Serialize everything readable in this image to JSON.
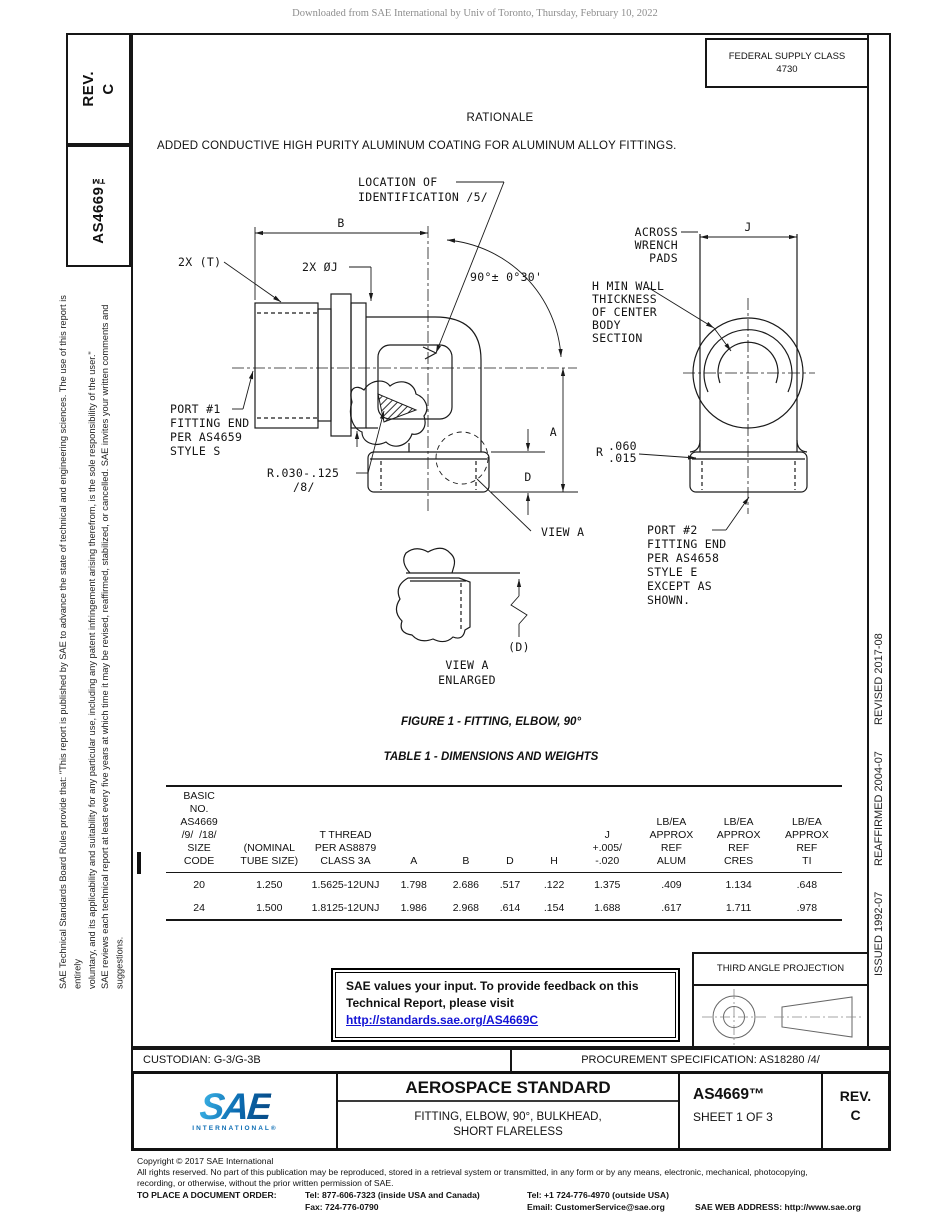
{
  "page": {
    "download_notice": "Downloaded from SAE International by Univ of Toronto, Thursday, February 10, 2022"
  },
  "sidebar_left": {
    "rev_label": "REV.\nC",
    "doc_number": "AS4669™",
    "legal_para1": "SAE Technical Standards Board Rules provide that: \"This report is published by SAE to advance the state of technical and engineering sciences. The use of this report is entirely\nvoluntary, and its applicability and suitability for any particular use, including any patent infringement arising therefrom, is the sole responsibility of the user.\"",
    "legal_para2": "SAE reviews each technical report at least every five years at which time it may be revised, reaffirmed, stabilized, or cancelled. SAE invites your written comments and suggestions."
  },
  "sidebar_right": {
    "issued": "ISSUED 1992-07",
    "reaffirmed": "REAFFIRMED 2004-07",
    "revised": "REVISED 2017-08"
  },
  "header": {
    "federal_supply_class_label": "FEDERAL SUPPLY CLASS",
    "federal_supply_class_value": "4730",
    "rationale_title": "RATIONALE",
    "rationale_text": "ADDED CONDUCTIVE HIGH PURITY ALUMINUM COATING FOR ALUMINUM ALLOY FITTINGS."
  },
  "figure": {
    "caption": "FIGURE 1 - FITTING, ELBOW, 90°",
    "labels": {
      "loc_id_1": "LOCATION OF",
      "loc_id_2": "IDENTIFICATION  /5/",
      "dim_b": "B",
      "two_x_t": "2X (T)",
      "two_x_oj": "2X ØJ",
      "angle": "90°± 0°30'",
      "across_1": "ACROSS",
      "across_2": "WRENCH",
      "across_3": "PADS",
      "dim_j": "J",
      "h_min_1": "H MIN WALL",
      "h_min_2": "THICKNESS",
      "h_min_3": "OF CENTER",
      "h_min_4": "BODY",
      "h_min_5": "SECTION",
      "port1_1": "PORT #1",
      "port1_2": "FITTING END",
      "port1_3": "PER AS4659",
      "port1_4": "STYLE S",
      "radius_note_1": "R.030-.125",
      "radius_note_2": "/8/",
      "dim_a": "A",
      "dim_d": "D",
      "r_letter": "R",
      "r_top": ".060",
      "r_bottom": ".015",
      "view_a_ref": "VIEW A",
      "port2_1": "PORT #2",
      "port2_2": "FITTING END",
      "port2_3": "PER AS4658",
      "port2_4": "STYLE E",
      "port2_5": "EXCEPT AS",
      "port2_6": "SHOWN.",
      "d_ref": "(D)",
      "view_a_cap1": "VIEW A",
      "view_a_cap2": "ENLARGED"
    }
  },
  "table1": {
    "caption": "TABLE 1 - DIMENSIONS AND WEIGHTS",
    "headers": [
      "BASIC\nNO.\nAS4669\n/9/  /18/\nSIZE\nCODE",
      "(NOMINAL\nTUBE SIZE)",
      "T THREAD\nPER AS8879\nCLASS 3A",
      "A",
      "B",
      "D",
      "H",
      "J\n+.005/\n-.020",
      "LB/EA\nAPPROX\nREF\nALUM",
      "LB/EA\nAPPROX\nREF\nCRES",
      "LB/EA\nAPPROX\nREF\nTI"
    ],
    "rows": [
      [
        "20",
        "1.250",
        "1.5625-12UNJ",
        "1.798",
        "2.686",
        ".517",
        ".122",
        "1.375",
        ".409",
        "1.134",
        ".648"
      ],
      [
        "24",
        "1.500",
        "1.8125-12UNJ",
        "1.986",
        "2.968",
        ".614",
        ".154",
        "1.688",
        ".617",
        "1.711",
        ".978"
      ]
    ]
  },
  "feedback_box": {
    "line1": "SAE values your input. To provide feedback on this",
    "line2": "Technical Report, please visit",
    "link": "http://standards.sae.org/AS4669C"
  },
  "projection": {
    "title": "THIRD ANGLE PROJECTION"
  },
  "custodian_row": {
    "custodian": "CUSTODIAN: G-3/G-3B",
    "procurement": "PROCUREMENT SPECIFICATION: AS18280 /4/"
  },
  "title_block": {
    "logo_text": "SAE",
    "logo_sub": "INTERNATIONAL®",
    "doc_type": "AEROSPACE STANDARD",
    "title_line1": "FITTING, ELBOW, 90°, BULKHEAD,",
    "title_line2": "SHORT FLARELESS",
    "doc_number": "AS4669™",
    "sheet": "SHEET 1 OF 3",
    "rev": "REV.\nC"
  },
  "footer": {
    "copyright": "Copyright © 2017 SAE International",
    "rights_1": "All rights reserved. No part of this publication may be reproduced, stored in a retrieval system or transmitted, in any form or by any means, electronic, mechanical, photocopying,",
    "rights_2": "recording, or otherwise, without the prior written permission of SAE.",
    "order_label": "TO PLACE A DOCUMENT ORDER:",
    "tel_inside": "Tel: 877-606-7323 (inside USA and Canada)",
    "tel_outside": "Tel: +1 724-776-4970 (outside USA)",
    "fax": "Fax: 724-776-0790",
    "email": "Email: CustomerService@sae.org",
    "web": "SAE WEB ADDRESS: http://www.sae.org"
  },
  "colors": {
    "link_blue": "#1414d6",
    "sae_blue": "#0c6db4",
    "line_black": "#161616",
    "notice_gray": "#8d8d8d"
  }
}
